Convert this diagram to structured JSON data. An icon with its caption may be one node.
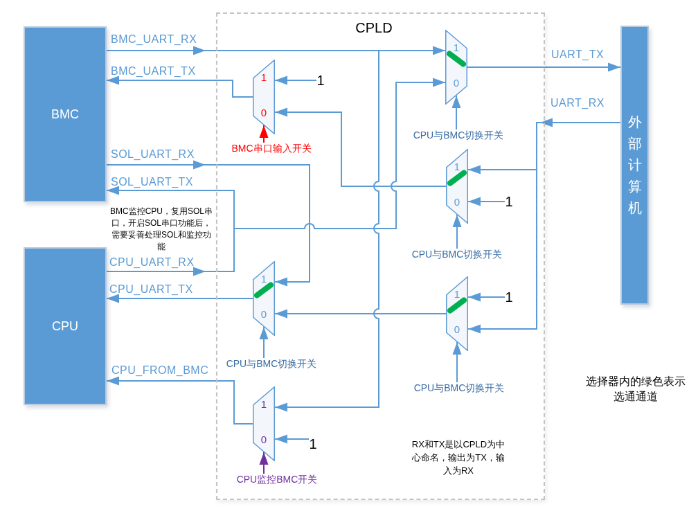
{
  "diagram": {
    "nodes": [
      {
        "text": [
          "BMC"
        ]
      },
      {
        "text": [
          "CPLD"
        ]
      },
      {
        "text": [
          "1",
          "0"
        ],
        "in": 1
      },
      {
        "text": [
          "1"
        ],
        "in": 1
      },
      {
        "text": [
          "BMC串口输入开关"
        ],
        "in": 1
      },
      {
        "text": [
          "1",
          "0"
        ],
        "in": 1
      },
      {
        "text": [
          "CPU与BMC切换开关"
        ],
        "in": 1
      },
      {
        "text": [
          "1",
          "0"
        ],
        "in": 1
      },
      {
        "text": [
          "1"
        ],
        "in": 1
      },
      {
        "text": [
          "CPU与BMC切换开关"
        ],
        "in": 1
      },
      {
        "text": [
          "1",
          "0"
        ],
        "in": 1
      },
      {
        "text": [
          "CPU与BMC切换开关"
        ],
        "in": 1
      },
      {
        "text": [
          "1",
          "0"
        ],
        "in": 1
      },
      {
        "text": [
          "1"
        ],
        "in": 1
      },
      {
        "text": [
          "CPU与BMC切换开关"
        ],
        "in": 1
      },
      {
        "text": [
          "1",
          "0"
        ],
        "in": 1
      },
      {
        "text": [
          "1"
        ],
        "in": 1
      },
      {
        "text": [
          "CPU监控BMC开关"
        ],
        "in": 1
      },
      {
        "text": [
          "CPU"
        ]
      },
      {
        "text": [
          "外部计算机"
        ]
      }
    ],
    "edges": [
      {
        "from": 0,
        "to": 5,
        "arrow": "to",
        "label": "BMC_UART_RX"
      },
      {
        "from": 0,
        "to": 15,
        "arrow": "to"
      },
      {
        "from": 2,
        "to": 0,
        "arrow": "to",
        "label": "BMC_UART_TX"
      },
      {
        "from": 0,
        "to": 10,
        "arrow": "to",
        "label": "SOL_UART_RX"
      },
      {
        "from": 18,
        "to": 0,
        "arrow": "to",
        "label": "SOL_UART_TX"
      },
      {
        "from": 18,
        "to": 5,
        "arrow": "to",
        "label": "CPU_UART_RX"
      },
      {
        "from": 10,
        "to": 18,
        "arrow": "to",
        "label": "CPU_UART_TX"
      },
      {
        "from": 15,
        "to": 18,
        "arrow": "to",
        "label": "CPU_FROM_BMC"
      },
      {
        "from": 5,
        "to": 19,
        "arrow": "to",
        "label": "UART_TX"
      },
      {
        "from": 19,
        "to": 7,
        "arrow": "to",
        "label": "UART_RX"
      },
      {
        "from": 19,
        "to": 12,
        "arrow": "to"
      },
      {
        "from": 7,
        "to": 2,
        "arrow": "to"
      },
      {
        "from": 12,
        "to": 10,
        "arrow": "to"
      },
      {
        "from": 3,
        "to": 2,
        "arrow": "to"
      },
      {
        "from": 8,
        "to": 7,
        "arrow": "to"
      },
      {
        "from": 13,
        "to": 12,
        "arrow": "to"
      },
      {
        "from": 16,
        "to": 15,
        "arrow": "to"
      },
      {
        "from": 4,
        "to": 2,
        "arrow": "to",
        "color": "#ff0000"
      },
      {
        "from": 6,
        "to": 5,
        "arrow": "to"
      },
      {
        "from": 9,
        "to": 7,
        "arrow": "to"
      },
      {
        "from": 11,
        "to": 10,
        "arrow": "to"
      },
      {
        "from": 14,
        "to": 12,
        "arrow": "to"
      },
      {
        "from": 17,
        "to": 15,
        "arrow": "to",
        "color": "#7030a0"
      }
    ],
    "labels": [
      "BMC监控CPU，复用SOL串口，开启SOL串口功能后，需要妥善处理SOL和监控功能",
      "选择器内的绿色表示选通通道",
      "RX和TX是以CPLD为中心命名，输出为TX，输入为RX"
    ]
  }
}
